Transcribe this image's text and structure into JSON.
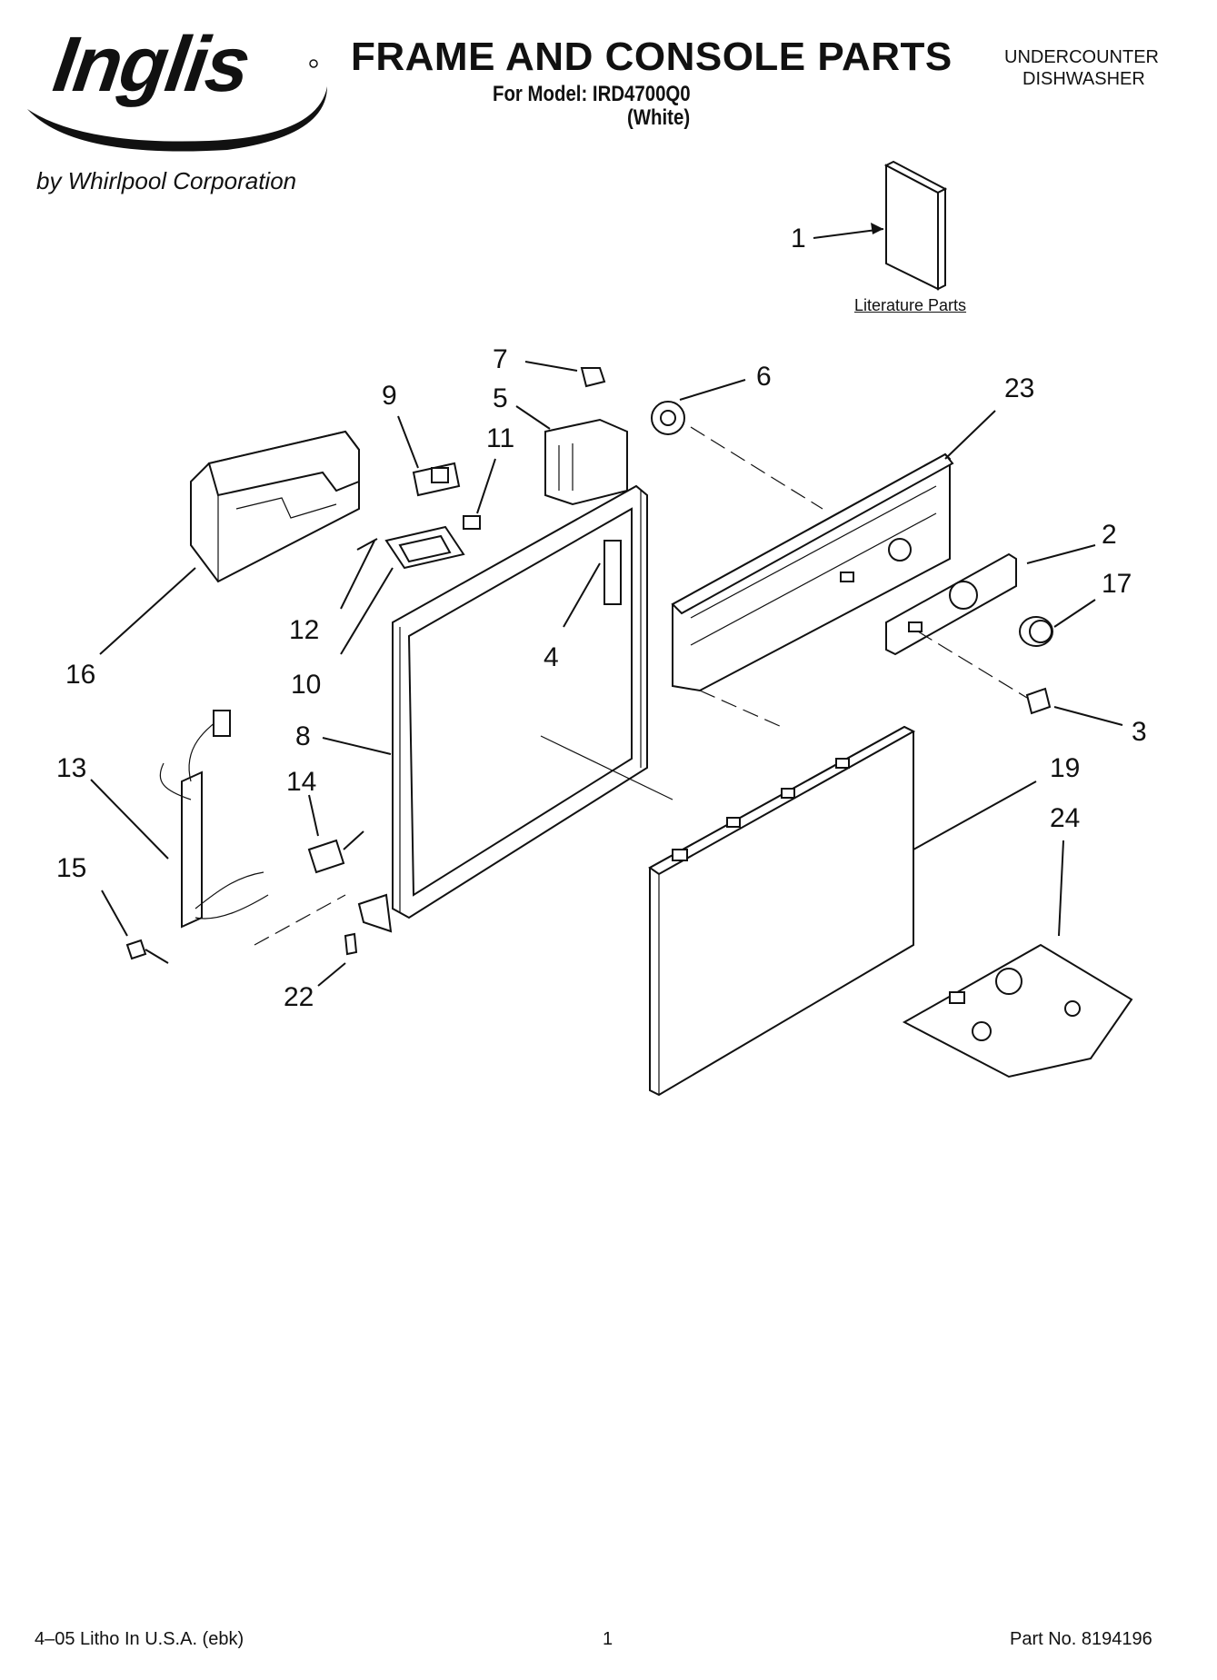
{
  "header": {
    "brand": "Inglis",
    "brand_sub": "by Whirlpool Corporation",
    "title": "FRAME AND CONSOLE PARTS",
    "model": "For Model: IRD4700Q0",
    "color": "(White)",
    "appliance_line1": "UNDERCOUNTER",
    "appliance_line2": "DISHWASHER"
  },
  "literature_label": "Literature Parts",
  "callouts": [
    "1",
    "2",
    "3",
    "4",
    "5",
    "6",
    "7",
    "8",
    "9",
    "10",
    "11",
    "12",
    "13",
    "14",
    "15",
    "16",
    "17",
    "19",
    "22",
    "23",
    "24"
  ],
  "footer": {
    "left": "4–05 Litho In U.S.A. (ebk)",
    "center": "1",
    "right": "Part No. 8194196"
  }
}
